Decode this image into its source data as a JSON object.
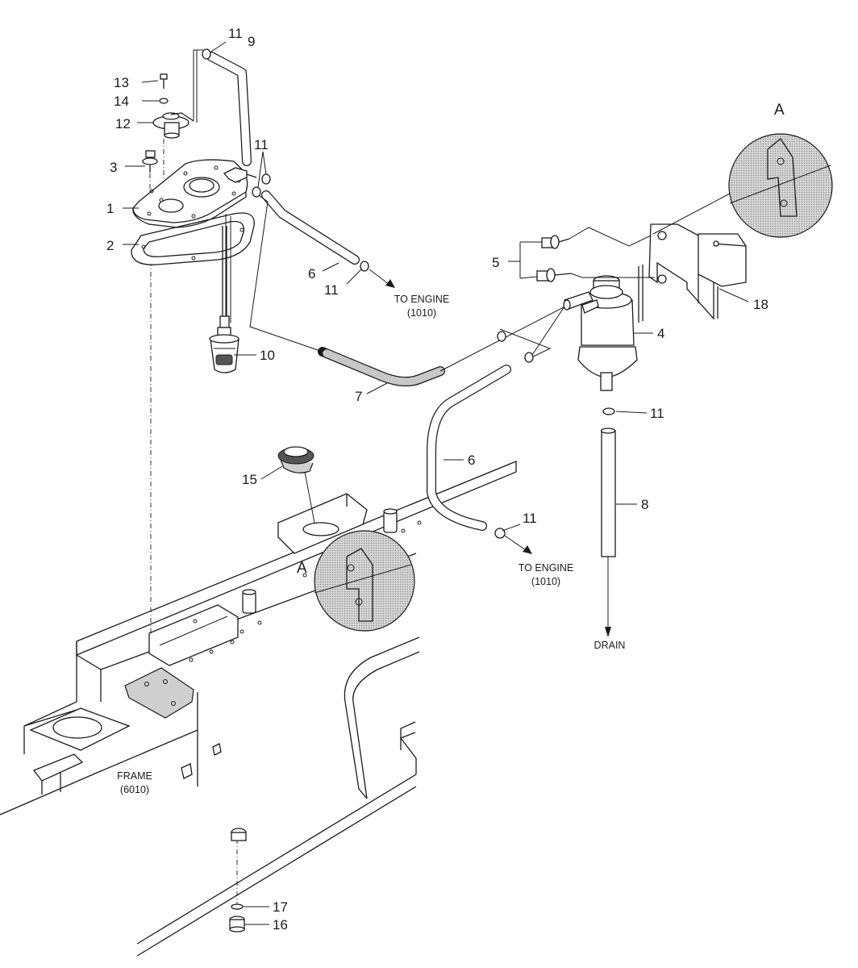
{
  "callouts": {
    "c1": "1",
    "c2": "2",
    "c3": "3",
    "c4": "4",
    "c5": "5",
    "c6a": "6",
    "c6b": "6",
    "c7": "7",
    "c8": "8",
    "c9": "9",
    "c10": "10",
    "c11a": "11",
    "c11b": "11",
    "c11c": "11",
    "c11d": "11",
    "c11e": "11",
    "c12": "12",
    "c13": "13",
    "c14": "14",
    "c15": "15",
    "c16": "16",
    "c17": "17",
    "c18": "18"
  },
  "detail": {
    "top_label": "A",
    "inset_label": "A"
  },
  "notes": {
    "to_engine_1_line1": "TO ENGINE",
    "to_engine_1_line2": "(1010)",
    "to_engine_2_line1": "TO ENGINE",
    "to_engine_2_line2": "(1010)",
    "drain": "DRAIN",
    "frame_line1": "FRAME",
    "frame_line2": "(6010)"
  }
}
